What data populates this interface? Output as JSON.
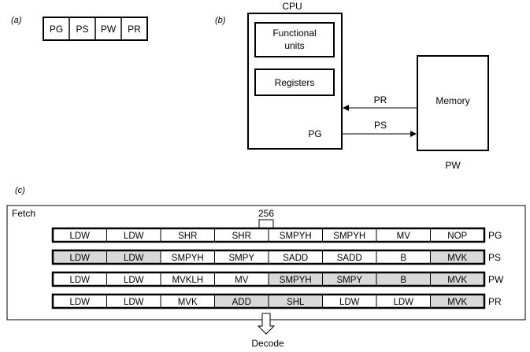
{
  "panel_a": {
    "label": "(a)",
    "boxes": [
      "PG",
      "PS",
      "PW",
      "PR"
    ]
  },
  "panel_b": {
    "label": "(b)",
    "cpu_title": "CPU",
    "functional_units": [
      "Functional",
      "units"
    ],
    "registers": "Registers",
    "memory": "Memory",
    "pw_label": "PW",
    "pg_label": "PG",
    "arrow_pr": "PR",
    "arrow_ps": "PS"
  },
  "panel_c": {
    "label": "(c)",
    "fetch_label": "Fetch",
    "bracket_label": "256",
    "decode_label": "Decode",
    "shade_color": "#d9d9d9",
    "rows": [
      {
        "phase": "PG",
        "cells": [
          {
            "text": "LDW",
            "shaded": false
          },
          {
            "text": "LDW",
            "shaded": false
          },
          {
            "text": "SHR",
            "shaded": false
          },
          {
            "text": "SHR",
            "shaded": false
          },
          {
            "text": "SMPYH",
            "shaded": false
          },
          {
            "text": "SMPYH",
            "shaded": false
          },
          {
            "text": "MV",
            "shaded": false
          },
          {
            "text": "NOP",
            "shaded": false
          }
        ]
      },
      {
        "phase": "PS",
        "cells": [
          {
            "text": "LDW",
            "shaded": true
          },
          {
            "text": "LDW",
            "shaded": true
          },
          {
            "text": "SMPYH",
            "shaded": false
          },
          {
            "text": "SMPY",
            "shaded": false
          },
          {
            "text": "SADD",
            "shaded": false
          },
          {
            "text": "SADD",
            "shaded": false
          },
          {
            "text": "B",
            "shaded": false
          },
          {
            "text": "MVK",
            "shaded": true
          }
        ]
      },
      {
        "phase": "PW",
        "cells": [
          {
            "text": "LDW",
            "shaded": false
          },
          {
            "text": "LDW",
            "shaded": false
          },
          {
            "text": "MVKLH",
            "shaded": false
          },
          {
            "text": "MV",
            "shaded": false
          },
          {
            "text": "SMPYH",
            "shaded": true
          },
          {
            "text": "SMPY",
            "shaded": true
          },
          {
            "text": "B",
            "shaded": true
          },
          {
            "text": "MVK",
            "shaded": true
          }
        ]
      },
      {
        "phase": "PR",
        "cells": [
          {
            "text": "LDW",
            "shaded": false
          },
          {
            "text": "LDW",
            "shaded": false
          },
          {
            "text": "MVK",
            "shaded": false
          },
          {
            "text": "ADD",
            "shaded": true
          },
          {
            "text": "SHL",
            "shaded": true
          },
          {
            "text": "LDW",
            "shaded": false
          },
          {
            "text": "LDW",
            "shaded": false
          },
          {
            "text": "MVK",
            "shaded": true
          }
        ]
      }
    ]
  }
}
